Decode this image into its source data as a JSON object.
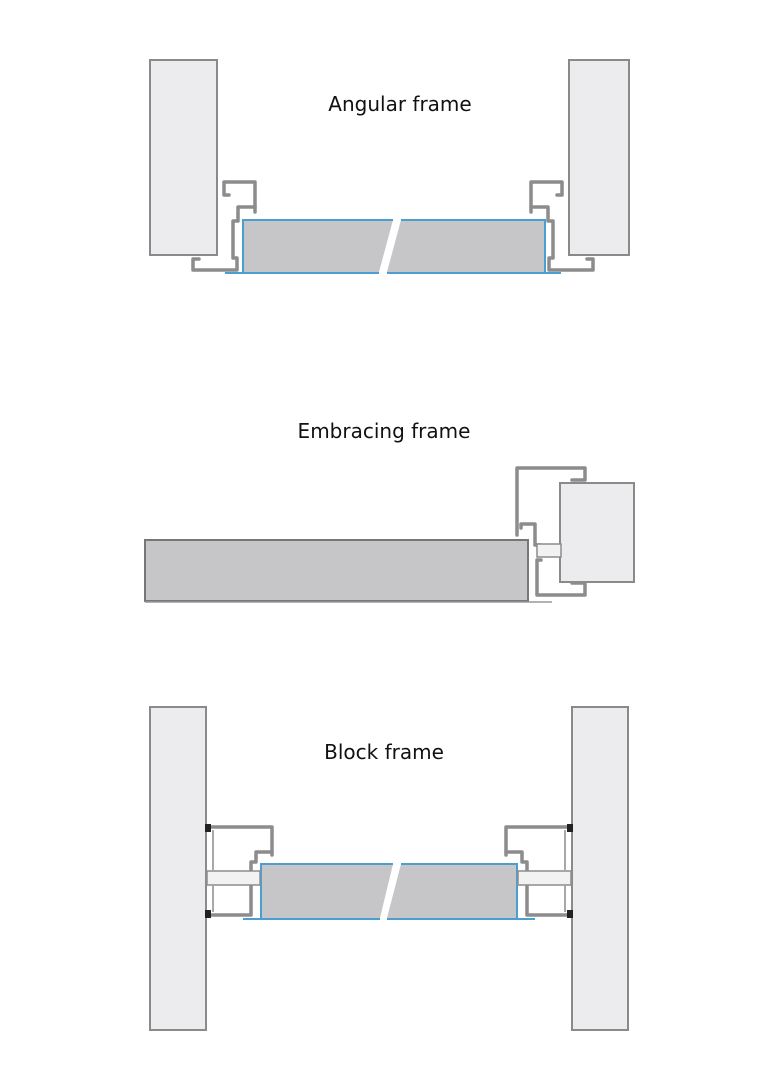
{
  "diagrams": [
    {
      "title": "Angular frame"
    },
    {
      "title": "Embracing frame"
    },
    {
      "title": "Block frame"
    }
  ],
  "colors": {
    "wall": "#ececee",
    "leaf": "#c6c6c8",
    "profile": "#8c8c8c",
    "glass_edge": "#4a9fd0"
  }
}
